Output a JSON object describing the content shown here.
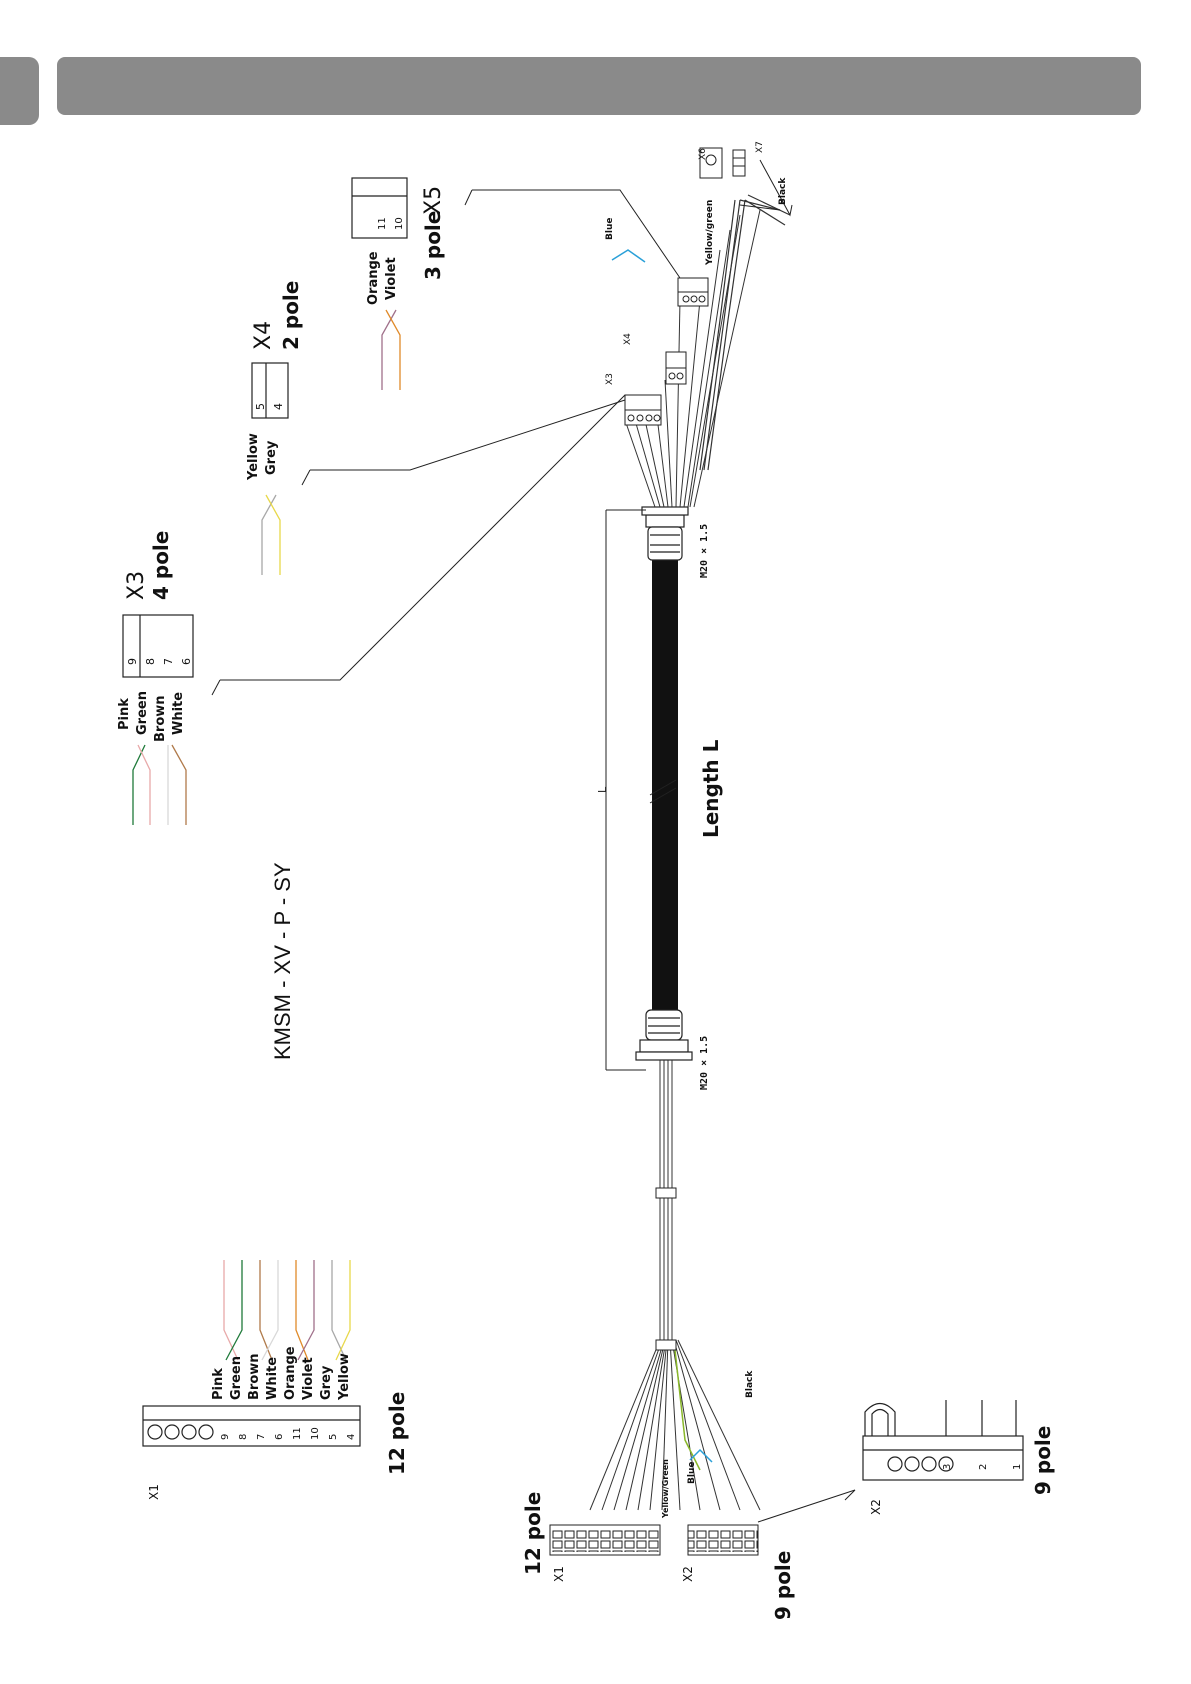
{
  "model": "KMSM - XV - P - SY",
  "length_label": "Length L",
  "dim_label": "L",
  "thread_top": "M20 × 1.5",
  "thread_bottom": "M20 × 1.5",
  "connectors": {
    "x1": {
      "name": "X1",
      "poles": "12 pole",
      "wires": [
        "Pink",
        "Green",
        "Brown",
        "White",
        "Orange",
        "Violet",
        "Grey",
        "Yellow"
      ],
      "pins": [
        "9",
        "8",
        "7",
        "6",
        "11",
        "10",
        "5",
        "4"
      ]
    },
    "x2": {
      "name": "X2",
      "poles": "9 pole",
      "pins": [
        "3",
        "2",
        "1"
      ]
    },
    "x3": {
      "name": "X3",
      "poles": "4 pole",
      "wires": [
        "Pink",
        "Green",
        "Brown",
        "White"
      ],
      "pins": [
        "9",
        "8",
        "7",
        "6"
      ]
    },
    "x4": {
      "name": "X4",
      "poles": "2 pole",
      "wires": [
        "Yellow",
        "Grey"
      ],
      "pins": [
        "5",
        "4"
      ]
    },
    "x5": {
      "name": "X5",
      "poles": "3 pole",
      "wires": [
        "Orange",
        "Violet"
      ],
      "pins": [
        "11",
        "10"
      ]
    },
    "x6": {
      "name": "X6"
    },
    "x7": {
      "name": "X7"
    }
  },
  "small_labels": {
    "blue_top": "Blue",
    "yellow_green_top": "Yellow/green",
    "black_top": "Black",
    "x3_small": "X3",
    "x4_small": "X4",
    "black_bottom": "Black",
    "blue_bottom": "Blue",
    "yellow_green_bottom": "Yellow/Green",
    "x1_small": "X1",
    "x2_small": "X2",
    "x1_big_pole": "12 pole",
    "x2_big_pole": "9 pole",
    "x1_bottom_pole": "12 pole",
    "x2_bottom_pole": "9 pole"
  },
  "colors": {
    "header": "#8a8a8a",
    "pink": "#e8a9a9",
    "green": "#1f7a3a",
    "brown": "#b07a4a",
    "white": "#d8d8d8",
    "orange": "#e08a2a",
    "violet": "#a0708a",
    "grey": "#a8a8a8",
    "yellow": "#e8d84a",
    "blue": "#2aa0d8",
    "yellowgreen": "#8ab82a"
  }
}
